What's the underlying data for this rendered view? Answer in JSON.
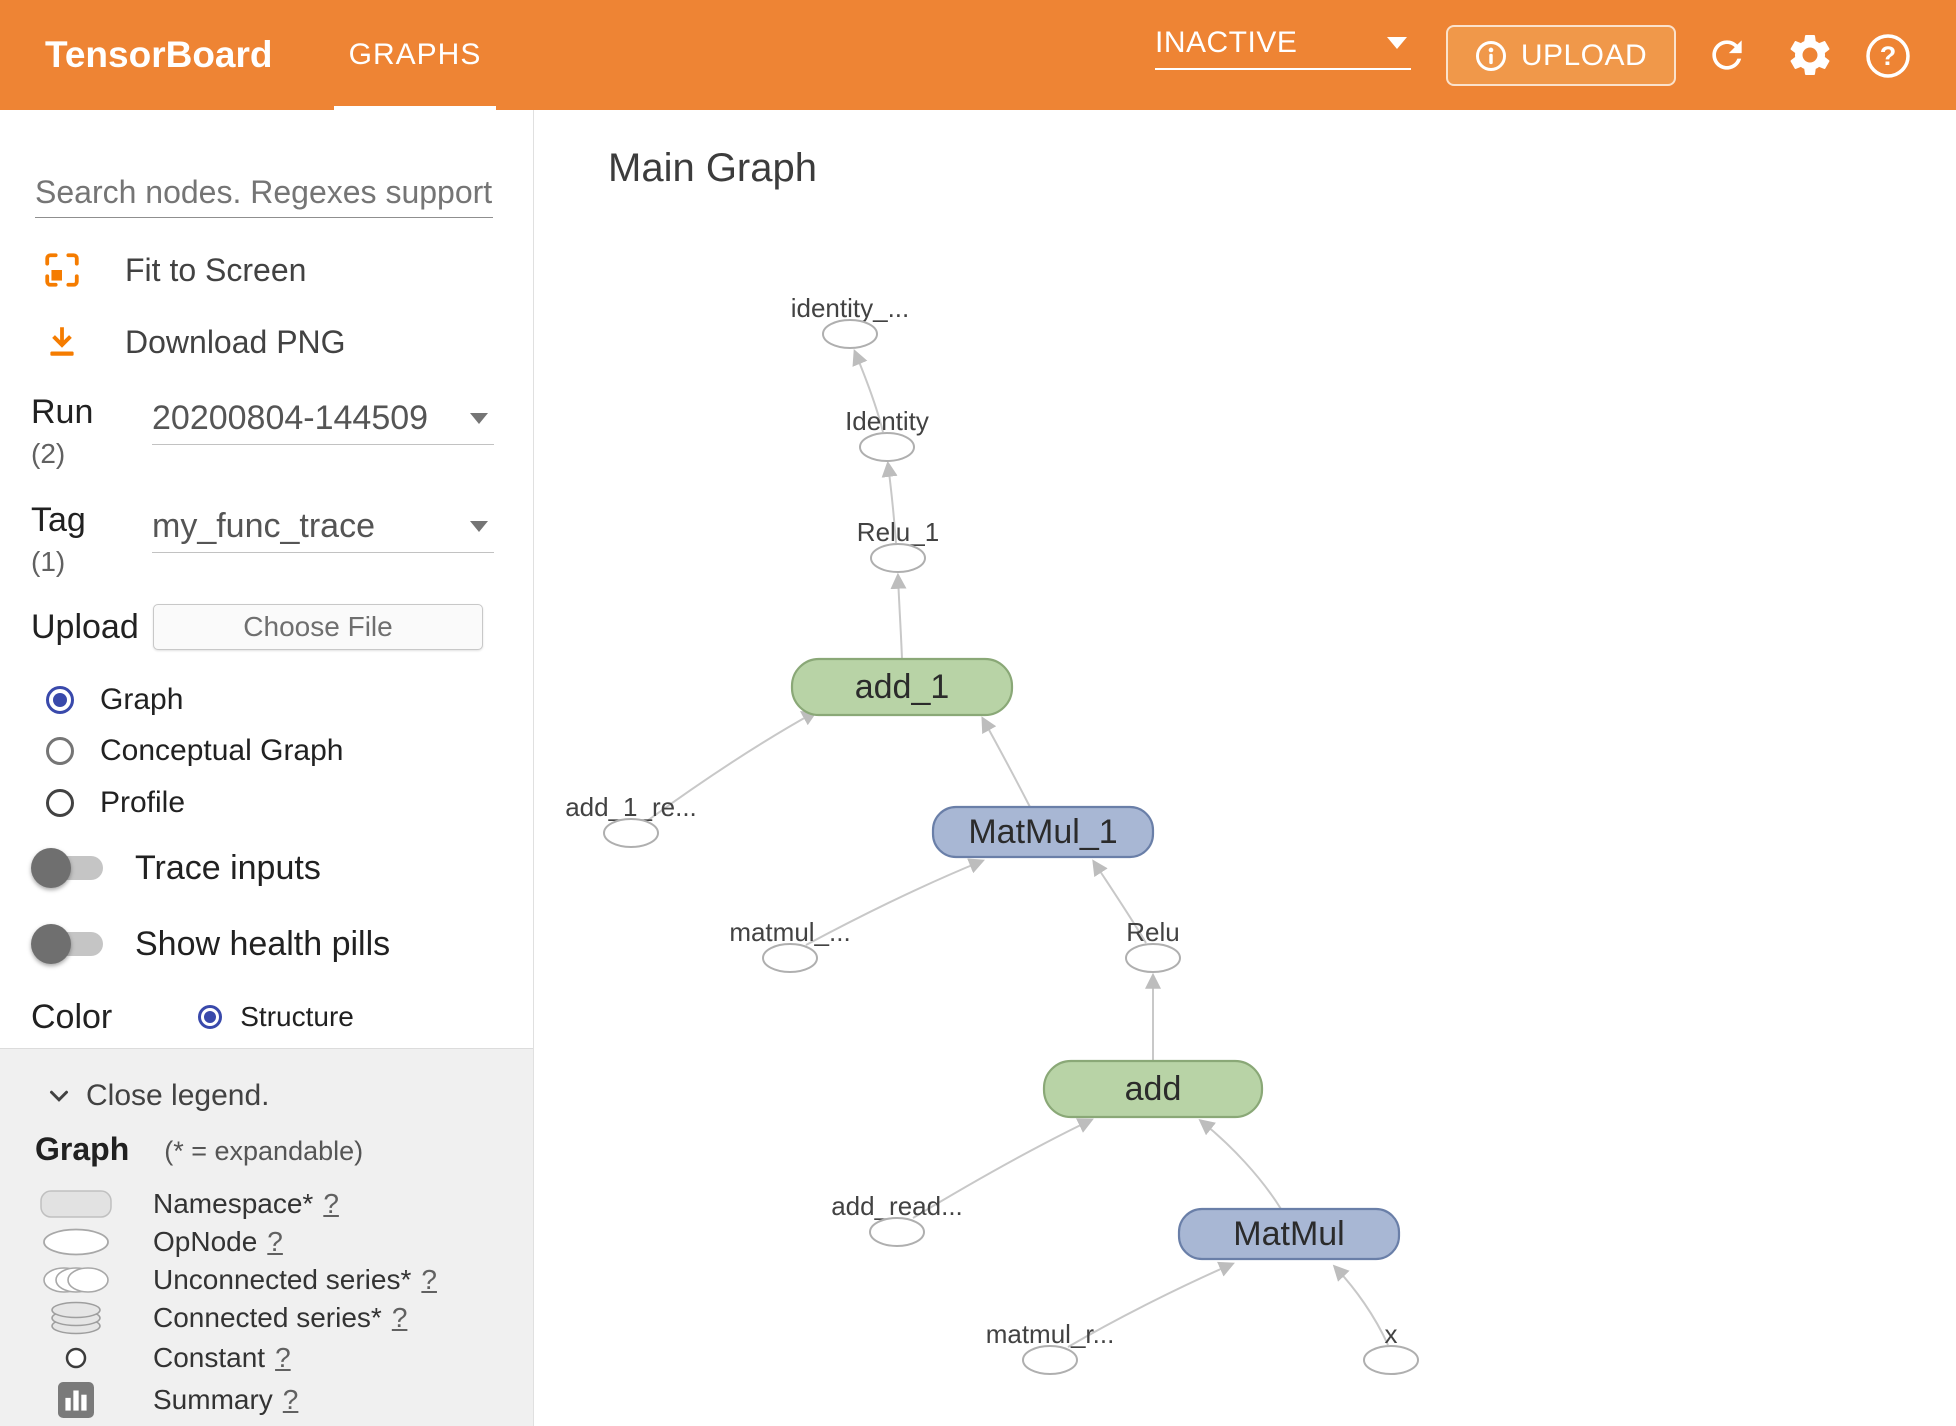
{
  "colors": {
    "header_bg": "#ee8434",
    "accent_orange": "#f57c00",
    "indigo_selected": "#3949ab",
    "green_node_fill": "#b8d3a6",
    "green_node_stroke": "#8aa877",
    "blue_node_fill": "#a8b7d4",
    "blue_node_stroke": "#6a7fa8",
    "edge": "#c8c8c8"
  },
  "header": {
    "app_title": "TensorBoard",
    "tab": "GRAPHS",
    "status_dropdown": "INACTIVE",
    "upload_label": "UPLOAD"
  },
  "sidebar": {
    "search_placeholder": "Search nodes. Regexes supported.",
    "fit_to_screen": "Fit to Screen",
    "download_png": "Download PNG",
    "run": {
      "label": "Run",
      "count": "(2)",
      "value": "20200804-144509"
    },
    "tag": {
      "label": "Tag",
      "count": "(1)",
      "value": "my_func_trace"
    },
    "upload": {
      "label": "Upload",
      "button": "Choose File"
    },
    "graph_type": [
      {
        "label": "Graph",
        "selected": true
      },
      {
        "label": "Conceptual Graph",
        "selected": false
      },
      {
        "label": "Profile",
        "selected": false
      }
    ],
    "trace_inputs": "Trace inputs",
    "show_health_pills": "Show health pills",
    "color_label": "Color",
    "color_option": "Structure",
    "legend": {
      "close": "Close legend.",
      "title": "Graph",
      "note": "(* = expandable)",
      "items": [
        {
          "label": "Namespace*",
          "help": "?"
        },
        {
          "label": "OpNode",
          "help": "?"
        },
        {
          "label": "Unconnected series*",
          "help": "?"
        },
        {
          "label": "Connected series*",
          "help": "?"
        },
        {
          "label": "Constant",
          "help": "?"
        },
        {
          "label": "Summary",
          "help": "?"
        }
      ]
    }
  },
  "main": {
    "title": "Main Graph",
    "graph": {
      "nodes": [
        {
          "id": "identity_out",
          "label": "identity_...",
          "type": "opnode"
        },
        {
          "id": "Identity",
          "label": "Identity",
          "type": "opnode"
        },
        {
          "id": "Relu_1",
          "label": "Relu_1",
          "type": "opnode"
        },
        {
          "id": "add_1",
          "label": "add_1",
          "type": "namespace-green"
        },
        {
          "id": "add_1_read",
          "label": "add_1_re...",
          "type": "opnode"
        },
        {
          "id": "MatMul_1",
          "label": "MatMul_1",
          "type": "namespace-blue"
        },
        {
          "id": "matmul_read",
          "label": "matmul_...",
          "type": "opnode"
        },
        {
          "id": "Relu",
          "label": "Relu",
          "type": "opnode"
        },
        {
          "id": "add",
          "label": "add",
          "type": "namespace-green"
        },
        {
          "id": "add_read",
          "label": "add_read...",
          "type": "opnode"
        },
        {
          "id": "MatMul",
          "label": "MatMul",
          "type": "namespace-blue"
        },
        {
          "id": "matmul_r_read",
          "label": "matmul_r...",
          "type": "opnode"
        },
        {
          "id": "x",
          "label": "x",
          "type": "opnode"
        }
      ],
      "edges": [
        {
          "from": "Identity",
          "to": "identity_out"
        },
        {
          "from": "Relu_1",
          "to": "Identity"
        },
        {
          "from": "add_1",
          "to": "Relu_1"
        },
        {
          "from": "add_1_read",
          "to": "add_1"
        },
        {
          "from": "MatMul_1",
          "to": "add_1"
        },
        {
          "from": "matmul_read",
          "to": "MatMul_1"
        },
        {
          "from": "Relu",
          "to": "MatMul_1"
        },
        {
          "from": "add",
          "to": "Relu"
        },
        {
          "from": "add_read",
          "to": "add"
        },
        {
          "from": "MatMul",
          "to": "add"
        },
        {
          "from": "matmul_r_read",
          "to": "MatMul"
        },
        {
          "from": "x",
          "to": "MatMul"
        }
      ]
    }
  }
}
